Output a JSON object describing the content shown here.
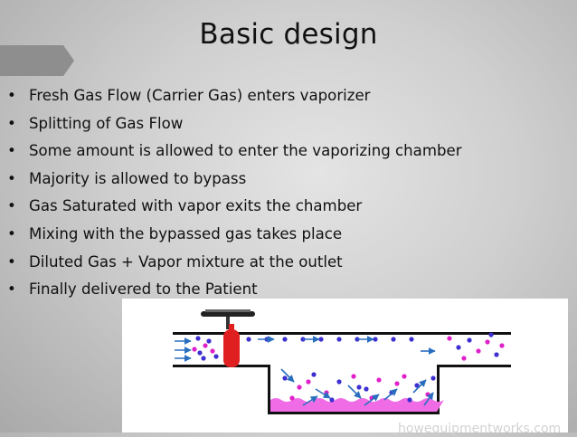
{
  "slide": {
    "title": "Basic design",
    "bullets": [
      "Fresh Gas Flow (Carrier Gas) enters vaporizer",
      "Splitting of Gas Flow",
      "Some amount is allowed to enter the vaporizing chamber",
      "Majority is allowed to bypass",
      "Gas Saturated with vapor exits the chamber",
      "Mixing with the bypassed gas takes place",
      "Diluted Gas + Vapor mixture at the outlet",
      "Finally delivered to the Patient"
    ],
    "bullet_glyph": "•"
  },
  "diagram": {
    "watermark": "howequipmentworks.com",
    "colors": {
      "arrow": "#2a6ebf",
      "vapor_dot": "#e020c8",
      "gas_dot": "#3d2fd0",
      "liquid": "#f06ce6",
      "valve": "#e02020",
      "wall": "#111111"
    }
  }
}
